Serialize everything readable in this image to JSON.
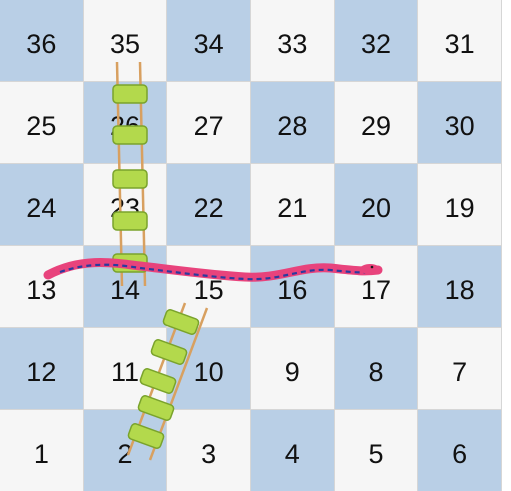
{
  "board": {
    "rows": [
      [
        "36",
        "35",
        "34",
        "33",
        "32",
        "31"
      ],
      [
        "25",
        "26",
        "27",
        "28",
        "29",
        "30"
      ],
      [
        "24",
        "23",
        "22",
        "21",
        "20",
        "19"
      ],
      [
        "13",
        "14",
        "15",
        "16",
        "17",
        "18"
      ],
      [
        "12",
        "11",
        "10",
        "9",
        "8",
        "7"
      ],
      [
        "1",
        "2",
        "3",
        "4",
        "5",
        "6"
      ]
    ],
    "colors": {
      "light": "#f6f6f6",
      "dark": "#b9cfe6",
      "grid": "#d6d6d6"
    }
  },
  "ladders": [
    {
      "name": "ladder-14-to-35",
      "from": "14",
      "to": "35",
      "rungs": 5
    },
    {
      "name": "ladder-2-to-15",
      "from": "2",
      "to": "15",
      "rungs": 5
    }
  ],
  "snakes": [
    {
      "name": "snake-17-to-13",
      "head": "17",
      "tail": "13",
      "color": "#e8437c"
    }
  ],
  "icons": {
    "ladder": "ladder-icon",
    "snake": "snake-icon"
  }
}
